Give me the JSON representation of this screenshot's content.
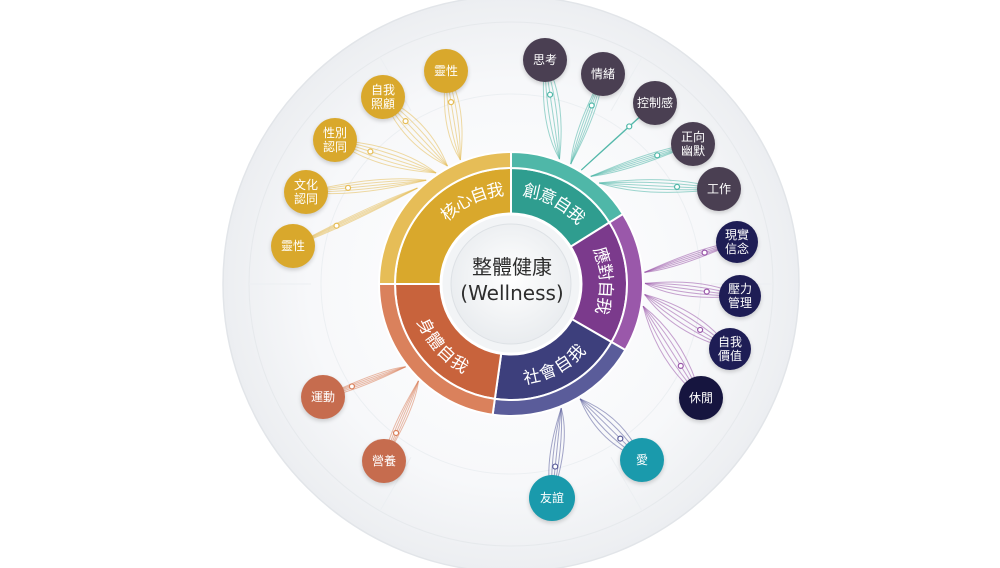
{
  "center": {
    "title": "整體健康",
    "subtitle": "(Wellness)"
  },
  "segments": [
    {
      "id": "core",
      "label": "核心自我",
      "color": "#d9a82c",
      "rim": "#e6bd57"
    },
    {
      "id": "creative",
      "label": "創意自我",
      "color": "#2f9d8f",
      "rim": "#4fb7a8"
    },
    {
      "id": "coping",
      "label": "應對自我",
      "color": "#7b3a8c",
      "rim": "#9a58aa"
    },
    {
      "id": "social",
      "label": "社會自我",
      "color": "#3d3f7c",
      "rim": "#5a5c9a"
    },
    {
      "id": "physical",
      "label": "身體自我",
      "color": "#c8633c",
      "rim": "#da815c"
    }
  ],
  "nodes": [
    {
      "segment": "core",
      "label": "靈性",
      "color": "#d9a82c"
    },
    {
      "segment": "core",
      "label": "自我\n照顧",
      "color": "#d9a82c"
    },
    {
      "segment": "core",
      "label": "性別\n認同",
      "color": "#d9a82c"
    },
    {
      "segment": "core",
      "label": "文化\n認同",
      "color": "#d9a82c"
    },
    {
      "segment": "core",
      "label": "靈性",
      "color": "#d9a82c"
    },
    {
      "segment": "creative",
      "label": "思考",
      "color": "#4a3f52"
    },
    {
      "segment": "creative",
      "label": "情緒",
      "color": "#4a3f52"
    },
    {
      "segment": "creative",
      "label": "控制感",
      "color": "#4a3f52"
    },
    {
      "segment": "creative",
      "label": "正向\n幽默",
      "color": "#4a3f52"
    },
    {
      "segment": "creative",
      "label": "工作",
      "color": "#4a3f52"
    },
    {
      "segment": "coping",
      "label": "現實\n信念",
      "color": "#1e1d55"
    },
    {
      "segment": "coping",
      "label": "壓力\n管理",
      "color": "#1e1d55"
    },
    {
      "segment": "coping",
      "label": "自我\n價值",
      "color": "#1e1d55"
    },
    {
      "segment": "coping",
      "label": "休閒",
      "color": "#16153f"
    },
    {
      "segment": "social",
      "label": "愛",
      "color": "#1a9aac"
    },
    {
      "segment": "social",
      "label": "友誼",
      "color": "#1a9aac"
    },
    {
      "segment": "physical",
      "label": "營養",
      "color": "#c66c4e"
    },
    {
      "segment": "physical",
      "label": "運動",
      "color": "#c66c4e"
    }
  ]
}
